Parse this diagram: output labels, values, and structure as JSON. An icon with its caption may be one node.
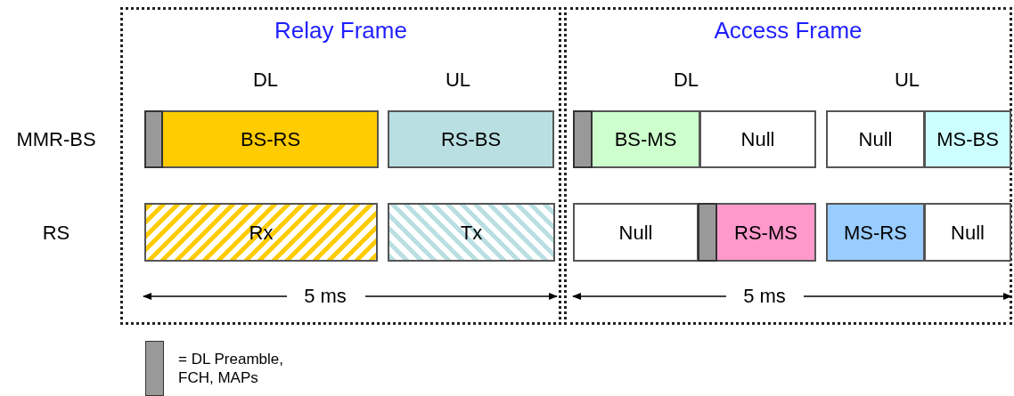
{
  "diagram": {
    "nodes": [
      {
        "text": [
          "Relay Frame"
        ]
      },
      {
        "text": [
          "Access Frame"
        ]
      },
      {
        "text": [
          "BS-RS"
        ],
        "in": 0
      },
      {
        "text": [],
        "shape": "bar",
        "in": 2
      },
      {
        "text": [
          "RS-BS"
        ],
        "in": 0
      },
      {
        "text": [
          "Rx"
        ],
        "in": 0
      },
      {
        "text": [
          "Tx"
        ],
        "in": 0
      },
      {
        "text": [
          "BS-MS"
        ],
        "in": 1
      },
      {
        "text": [],
        "shape": "bar",
        "in": 7
      },
      {
        "text": [
          "Null"
        ],
        "in": 1
      },
      {
        "text": [
          "Null"
        ],
        "in": 1
      },
      {
        "text": [
          "MS-BS"
        ],
        "in": 1
      },
      {
        "text": [
          "Null"
        ],
        "in": 1
      },
      {
        "text": [
          "RS-MS"
        ],
        "in": 1
      },
      {
        "text": [],
        "shape": "bar",
        "in": 13
      },
      {
        "text": [
          "MS-RS"
        ],
        "in": 1
      },
      {
        "text": [
          "Null"
        ],
        "in": 1
      }
    ],
    "labels": [
      "DL",
      "UL",
      "DL",
      "UL",
      "MMR-BS",
      "RS",
      "5 ms",
      "5 ms"
    ],
    "legend": [
      {
        "text": "= DL Preamble, FCH, MAPs",
        "color": "#999999"
      }
    ]
  }
}
